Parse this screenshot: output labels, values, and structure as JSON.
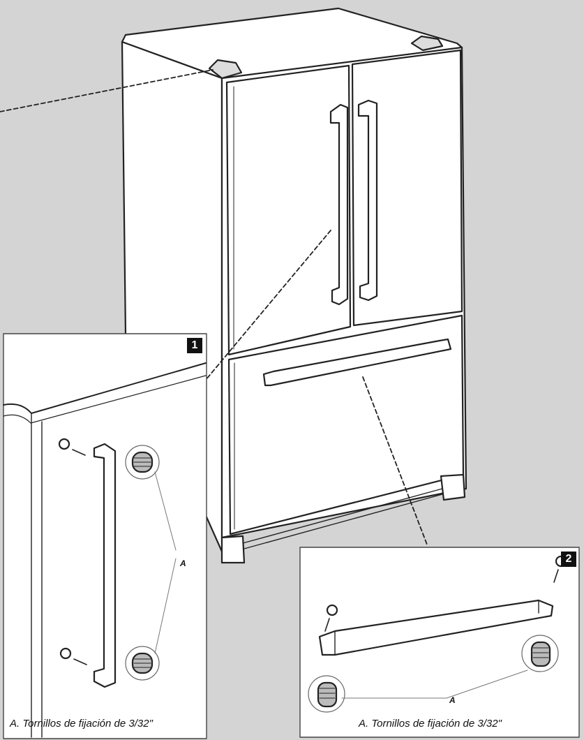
{
  "panels": {
    "door_handles": {
      "step_number": "1",
      "callout_letter": "A",
      "caption": "A. Tornillos de fijación de 3/32\""
    },
    "drawer_handle": {
      "step_number": "2",
      "callout_letter": "A",
      "caption": "A. Tornillos de fijación de 3/32\""
    }
  }
}
